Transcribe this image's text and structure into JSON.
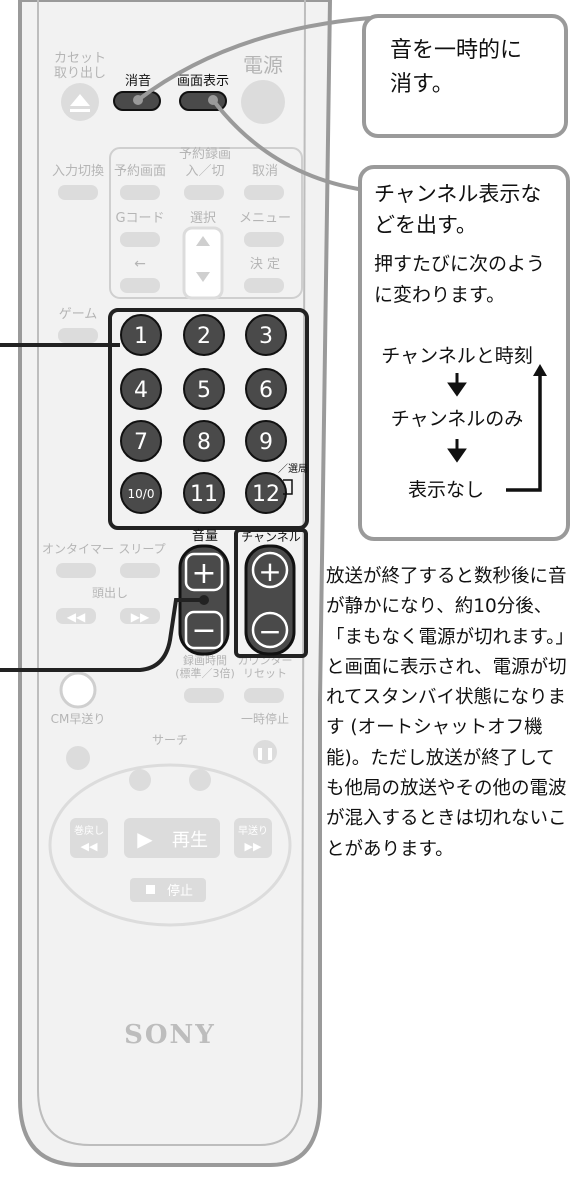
{
  "remote": {
    "cassette_eject": "カセット\n取り出し",
    "mute": "消音",
    "display": "画面表示",
    "power": "電源",
    "input_switch": "入力切換",
    "timer_screen": "予約画面",
    "timer_rec": "予約録画",
    "timer_on_off": "入／切",
    "cancel": "取消",
    "g_code": "Gコード",
    "select": "選択",
    "menu": "メニュー",
    "back_arrow": "←",
    "enter": "決 定",
    "game": "ゲーム",
    "numbers": [
      "1",
      "2",
      "3",
      "4",
      "5",
      "6",
      "7",
      "8",
      "9",
      "10/0",
      "11",
      "12"
    ],
    "channel_select_tag": "／選局",
    "volume": "音量",
    "channel": "チャンネル",
    "on_timer": "オンタイマー",
    "sleep": "スリープ",
    "cue": "頭出し",
    "rec_time": "録画時間\n(標準／3倍)",
    "counter_reset": "カウンター\nリセット",
    "cm_skip": "CM早送り",
    "pause": "一時停止",
    "search": "サーチ",
    "rewind": "巻戻し",
    "play": "再生",
    "fast_forward": "早送り",
    "stop": "停止",
    "brand": "SONY"
  },
  "callout_mute": "音を一時的に\n消す。",
  "callout_display": {
    "line1": "チャンネル表示な",
    "line2": "どを出す。",
    "line3": "押すたびに次のよう",
    "line4": "に変わります。",
    "cycle": [
      "チャンネルと時刻",
      "チャンネルのみ",
      "表示なし"
    ]
  },
  "description": "放送が終了すると数秒後に音が静かになり、約10分後、「まもなく電源が切れます。」と画面に表示され、電源が切れてスタンバイ状態になります (オートシャットオフ機能)。ただし放送が終了しても他局の放送やその他の電波が混入するときは切れないことがあります。",
  "colors": {
    "outline": "#9a9a9a",
    "dark_button": "#4a4a4a",
    "light_button": "#dcdcdc",
    "highlight_border": "#222222"
  }
}
